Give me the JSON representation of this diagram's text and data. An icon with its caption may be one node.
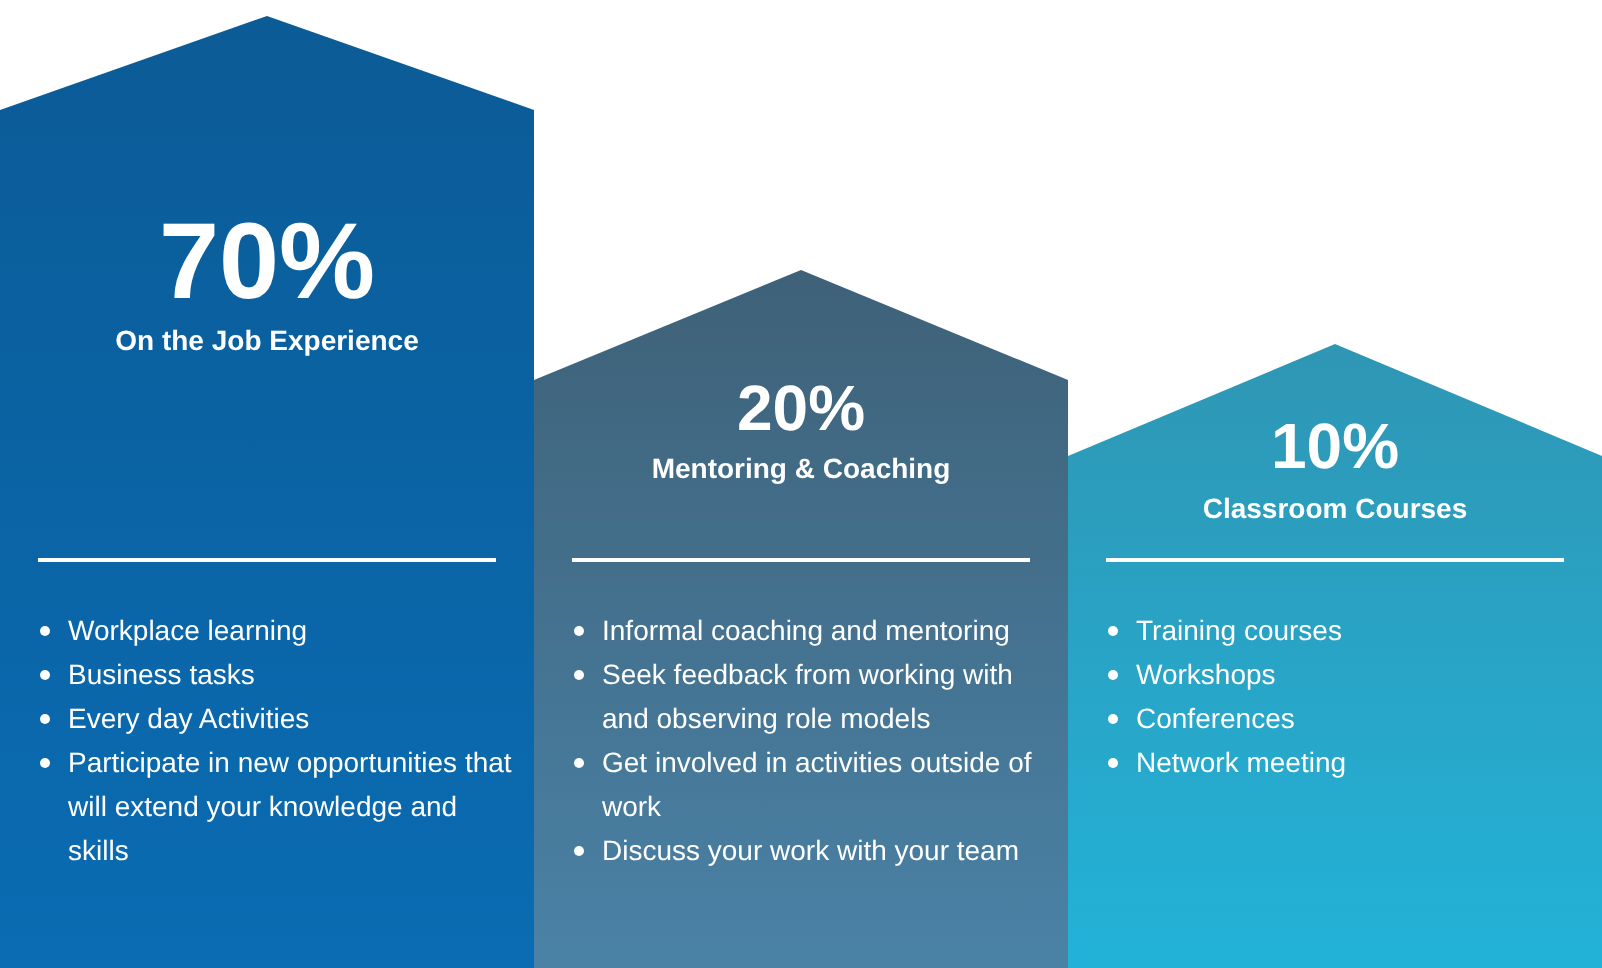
{
  "diagram": {
    "nodes": [
      {
        "text": [
          "70%",
          "On the Job Experience",
          "Workplace learning",
          "Business tasks",
          "Every day Activities",
          "Participate in new opportunities that will extend your knowledge and skills"
        ]
      },
      {
        "text": [
          "20%",
          "Mentoring & Coaching",
          "Informal coaching and mentoring",
          "Seek feedback from working with and observing role models",
          "Get involved in activities outside of work",
          "Discuss your work with your team"
        ]
      },
      {
        "text": [
          "10%",
          "Classroom Courses",
          "Training courses",
          "Workshops",
          "Conferences",
          "Network meeting"
        ]
      }
    ]
  }
}
